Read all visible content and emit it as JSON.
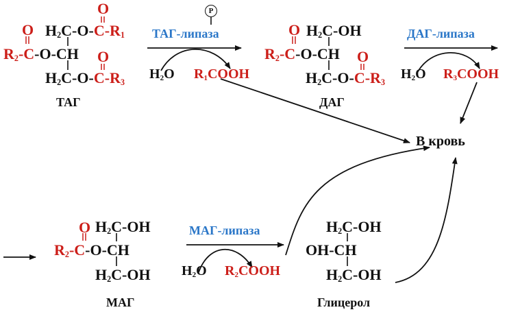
{
  "enzymes": {
    "tag_lipase": "ТАГ-липаза",
    "dag_lipase": "ДАГ-липаза",
    "mag_lipase": "МАГ-липаза",
    "phosphate": "P"
  },
  "labels": {
    "tag": "ТАГ",
    "dag": "ДАГ",
    "mag": "МАГ",
    "glycerol": "Глицерол",
    "to_blood": "В кровь"
  },
  "reagents": {
    "h2o_head": "H",
    "h2o_sub": "2",
    "h2o_tail": "O",
    "acid_head": "R",
    "acid_tail": "COOH",
    "r1_sub": "1",
    "r3_sub": "3",
    "r2_sub": "2"
  },
  "molecules": {
    "tag": {
      "top": "H",
      "top_c": "C-O-",
      "top_acyl": "C-R",
      "mid_r": "R",
      "mid_link": "-C",
      "mid_rest": "-O-CH",
      "bottom": "H",
      "bottom_c": "C-O-",
      "bottom_acyl": "C-R",
      "o": "O"
    },
    "dag": {
      "top": "H",
      "top_rest": "C-OH",
      "mid_r": "R",
      "mid_link": "-C",
      "mid_rest": "-O-CH",
      "bottom": "H",
      "bottom_c": "C-O-",
      "bottom_acyl": "C-R",
      "o": "O"
    },
    "mag": {
      "top": "H",
      "top_rest": "C-OH",
      "mid_r": "R",
      "mid_link": "-C",
      "mid_rest": "-O-CH",
      "bottom": "H",
      "bottom_rest": "C-OH",
      "o": "O"
    },
    "glycerol": {
      "top": "H",
      "top_rest": "C-OH",
      "mid": "OH-CH",
      "bottom": "H",
      "bottom_rest": "C-OH"
    }
  },
  "colors": {
    "acyl": "#cc1f1a",
    "enzyme": "#2b77c8",
    "ink": "#111111"
  }
}
